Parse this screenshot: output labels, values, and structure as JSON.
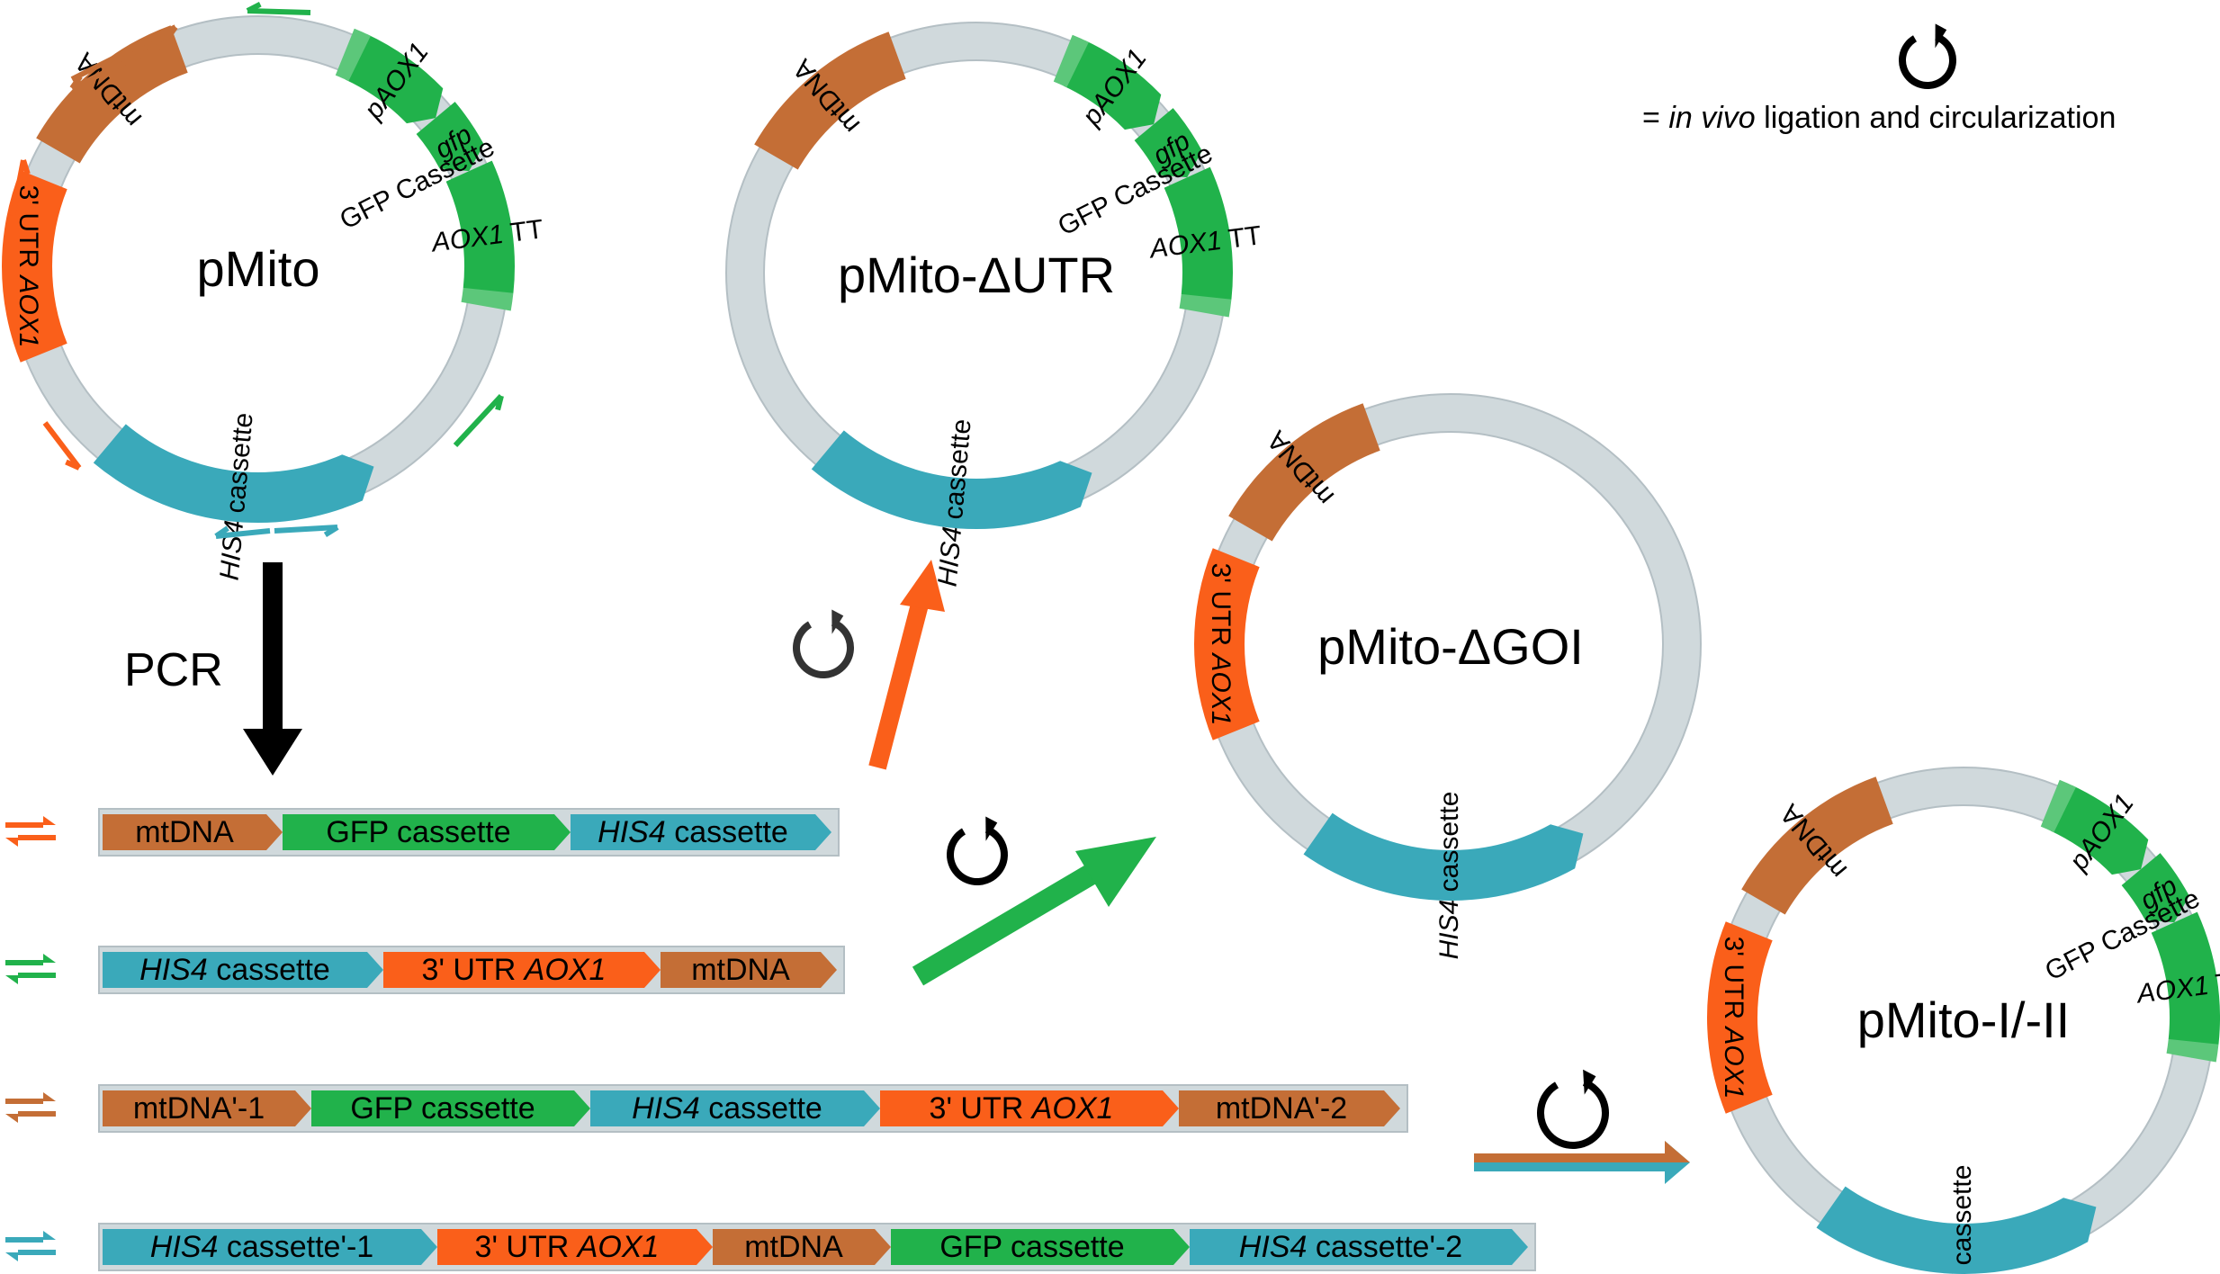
{
  "colors": {
    "mtdna": "#c46e36",
    "gfp": "#21b24b",
    "gfp_light": "#5cc77a",
    "his4": "#3aa9ba",
    "utr": "#fa5f1a",
    "backbone": "#d0d9dc",
    "backbone_edge": "#b4bfc4"
  },
  "legend": {
    "italic": "in vivo",
    "prefix": "= ",
    "suffix": " ligation and circularization"
  },
  "pcr_label": "PCR",
  "segments": {
    "mtdna": "mtDNA",
    "utr_prefix": "3' UTR ",
    "utr_gene": "AOX1",
    "his4_gene": "HIS4",
    "his4_suffix": " cassette",
    "paox1": "pAOX1",
    "gfp_gene": "gfp",
    "aox1tt_gene": "AOX1",
    "aox1tt_suffix": " TT",
    "gfp_cassette": "GFP cassette",
    "gfp_cassette_ring": "GFP Cassette"
  },
  "plasmids": {
    "pmito": "pMito",
    "dutr": "pMito-ΔUTR",
    "dgoi": "pMito-ΔGOI",
    "pmito12": "pMito-I/-II"
  },
  "linear_products": [
    {
      "primer_color": "utr",
      "segments": [
        {
          "color": "mtdna",
          "text": "mtDNA"
        },
        {
          "color": "gfp",
          "text": "GFP cassette"
        },
        {
          "color": "his4",
          "italic": "HIS4",
          "text": " cassette"
        }
      ]
    },
    {
      "primer_color": "gfp",
      "segments": [
        {
          "color": "his4",
          "italic": "HIS4",
          "text": " cassette"
        },
        {
          "color": "utr",
          "text": "3' UTR ",
          "italic_after": "AOX1"
        },
        {
          "color": "mtdna",
          "text": "mtDNA"
        }
      ]
    },
    {
      "primer_color": "mtdna",
      "segments": [
        {
          "color": "mtdna",
          "text": "mtDNA'-1"
        },
        {
          "color": "gfp",
          "text": "GFP cassette"
        },
        {
          "color": "his4",
          "italic": "HIS4",
          "text": " cassette"
        },
        {
          "color": "utr",
          "text": "3' UTR ",
          "italic_after": "AOX1"
        },
        {
          "color": "mtdna",
          "text": "mtDNA'-2"
        }
      ]
    },
    {
      "primer_color": "his4",
      "segments": [
        {
          "color": "his4",
          "italic": "HIS4",
          "text": " cassette'-1"
        },
        {
          "color": "utr",
          "text": "3' UTR ",
          "italic_after": "AOX1"
        },
        {
          "color": "mtdna",
          "text": "mtDNA"
        },
        {
          "color": "gfp",
          "text": "GFP cassette"
        },
        {
          "color": "his4",
          "italic": "HIS4",
          "text": " cassette'-2"
        }
      ]
    }
  ]
}
